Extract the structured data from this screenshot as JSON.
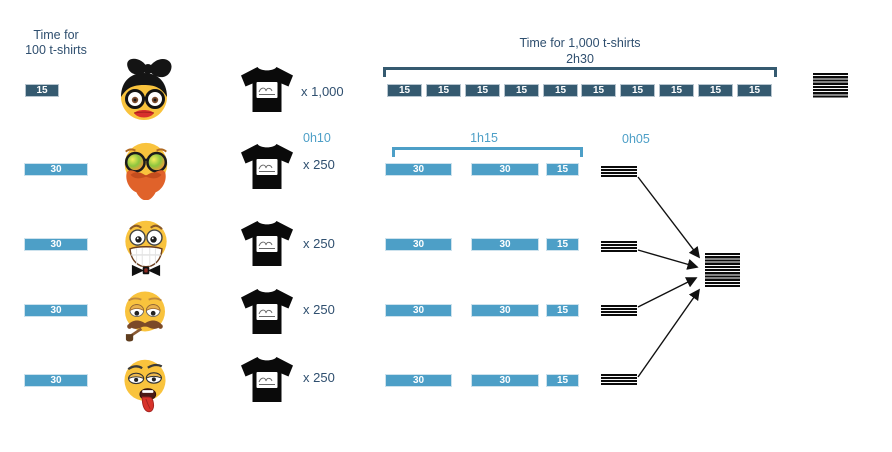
{
  "colors": {
    "dark_blue": "#355a70",
    "light_blue": "#4d9fc7",
    "text_navy": "#2f4f6f",
    "stripe_black": "#0b0b0b",
    "emoji_yellow": "#f9c33d"
  },
  "left_header": {
    "line1": "Time for",
    "line2": "100 t-shirts"
  },
  "right_header": {
    "title": "Time for 1,000 t-shirts",
    "total_time": "2h30"
  },
  "serial_row": {
    "time_bar": "15",
    "persona": "woman-bow-glasses",
    "tshirt_count": "x 1,000",
    "timeline_bars": [
      "15",
      "15",
      "15",
      "15",
      "15",
      "15",
      "15",
      "15",
      "15",
      "15"
    ],
    "output_icon": "striped-stack"
  },
  "parallel": {
    "setup_time": "0h10",
    "work_time": "1h15",
    "merge_time": "0h05",
    "merged_output_icon": "striped-stack"
  },
  "worker_rows": [
    {
      "time_bar": "30",
      "persona": "hipster-rainbow-glasses-beard",
      "tshirt_count": "x 250",
      "work_bars": [
        "30",
        "30",
        "15"
      ],
      "output_icon": "striped-stack"
    },
    {
      "time_bar": "30",
      "persona": "grinning-bowtie",
      "tshirt_count": "x 250",
      "work_bars": [
        "30",
        "30",
        "15"
      ],
      "output_icon": "striped-stack"
    },
    {
      "time_bar": "30",
      "persona": "tired-mustache-pipe",
      "tshirt_count": "x 250",
      "work_bars": [
        "30",
        "30",
        "15"
      ],
      "output_icon": "striped-stack"
    },
    {
      "time_bar": "30",
      "persona": "sleepy-tongue-out",
      "tshirt_count": "x 250",
      "work_bars": [
        "30",
        "30",
        "15"
      ],
      "output_icon": "striped-stack"
    }
  ]
}
